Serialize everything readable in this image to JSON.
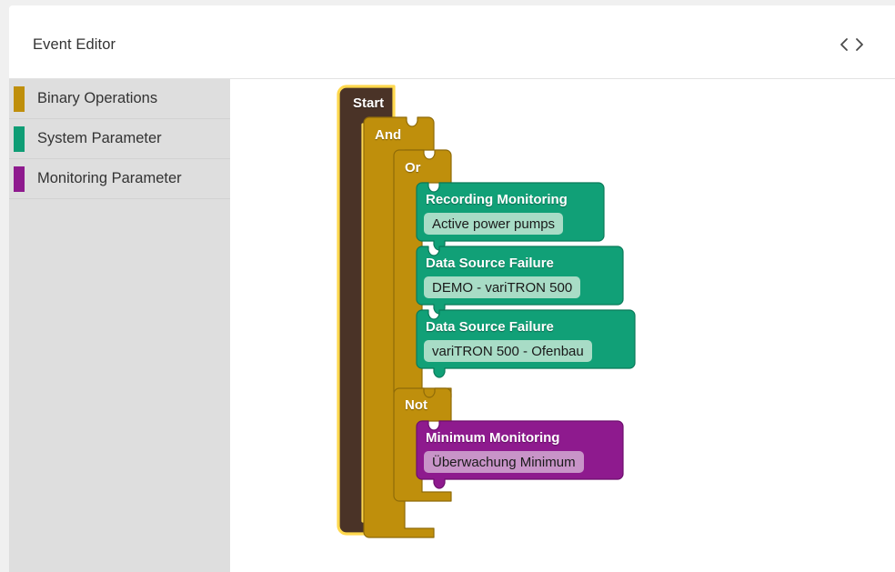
{
  "window": {
    "background": "#f0f0f0",
    "card_background": "#ffffff"
  },
  "header": {
    "title": "Event Editor",
    "nav": {
      "prev_icon": "chevron-left-icon",
      "next_icon": "chevron-right-icon"
    }
  },
  "sidebar": {
    "background": "#dedede",
    "items": [
      {
        "label": "Binary Operations",
        "color": "#bf8f0c"
      },
      {
        "label": "System Parameter",
        "color": "#0f9d75"
      },
      {
        "label": "Monitoring Parameter",
        "color": "#8e1a8e"
      }
    ]
  },
  "colors": {
    "start_fill": "#4a3327",
    "start_stroke": "#3a2720",
    "selected_outline": "#ffd84d",
    "logic_fill": "#bf8f0c",
    "logic_stroke": "#8f6b08",
    "system_fill": "#11a077",
    "system_stroke": "#0a7a59",
    "system_field": "#a8dcc6",
    "monitor_fill": "#8e1a8e",
    "monitor_stroke": "#6d0f6d",
    "monitor_field": "#c894c8"
  },
  "workspace": {
    "blocks": [
      {
        "id": "start",
        "type": "start",
        "label": "Start",
        "category": "binary-operations",
        "selected": true
      },
      {
        "id": "and",
        "type": "logic-and",
        "label": "And",
        "category": "binary-operations"
      },
      {
        "id": "or",
        "type": "logic-or",
        "label": "Or",
        "category": "binary-operations"
      },
      {
        "id": "recording-monitoring",
        "type": "system-parameter",
        "label": "Recording Monitoring",
        "field_value": "Active power pumps",
        "category": "system-parameter"
      },
      {
        "id": "data-source-failure-1",
        "type": "system-parameter",
        "label": "Data Source Failure",
        "field_value": "DEMO - variTRON 500",
        "category": "system-parameter"
      },
      {
        "id": "data-source-failure-2",
        "type": "system-parameter",
        "label": "Data Source Failure",
        "field_value": "variTRON 500 - Ofenbau",
        "category": "system-parameter"
      },
      {
        "id": "not",
        "type": "logic-not",
        "label": "Not",
        "category": "binary-operations"
      },
      {
        "id": "minimum-monitoring",
        "type": "monitoring-parameter",
        "label": "Minimum Monitoring",
        "field_value": "Überwachung Minimum",
        "category": "monitoring-parameter"
      }
    ]
  }
}
